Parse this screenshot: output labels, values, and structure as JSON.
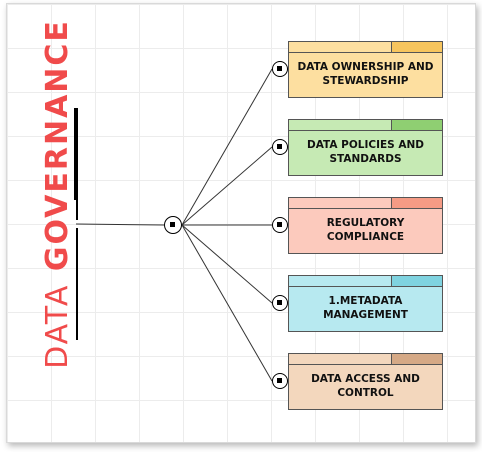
{
  "title": {
    "word1": "DATA",
    "word2": "GOVERNANCE",
    "color": "#f04b4b"
  },
  "branches": [
    {
      "label": "DATA OWNERSHIP AND STEWARDSHIP",
      "fill": "#fddfa0",
      "tab": "#f7c55e"
    },
    {
      "label": "DATA POLICIES AND STANDARDS",
      "fill": "#c6eab4",
      "tab": "#8fcf72"
    },
    {
      "label": "REGULATORY COMPLIANCE",
      "fill": "#fccabd",
      "tab": "#f59b85"
    },
    {
      "label": "1.METADATA MANAGEMENT",
      "fill": "#b7e9f0",
      "tab": "#7fd3e0"
    },
    {
      "label": "DATA ACCESS AND CONTROL",
      "fill": "#f3d7bd",
      "tab": "#d5a986"
    }
  ]
}
